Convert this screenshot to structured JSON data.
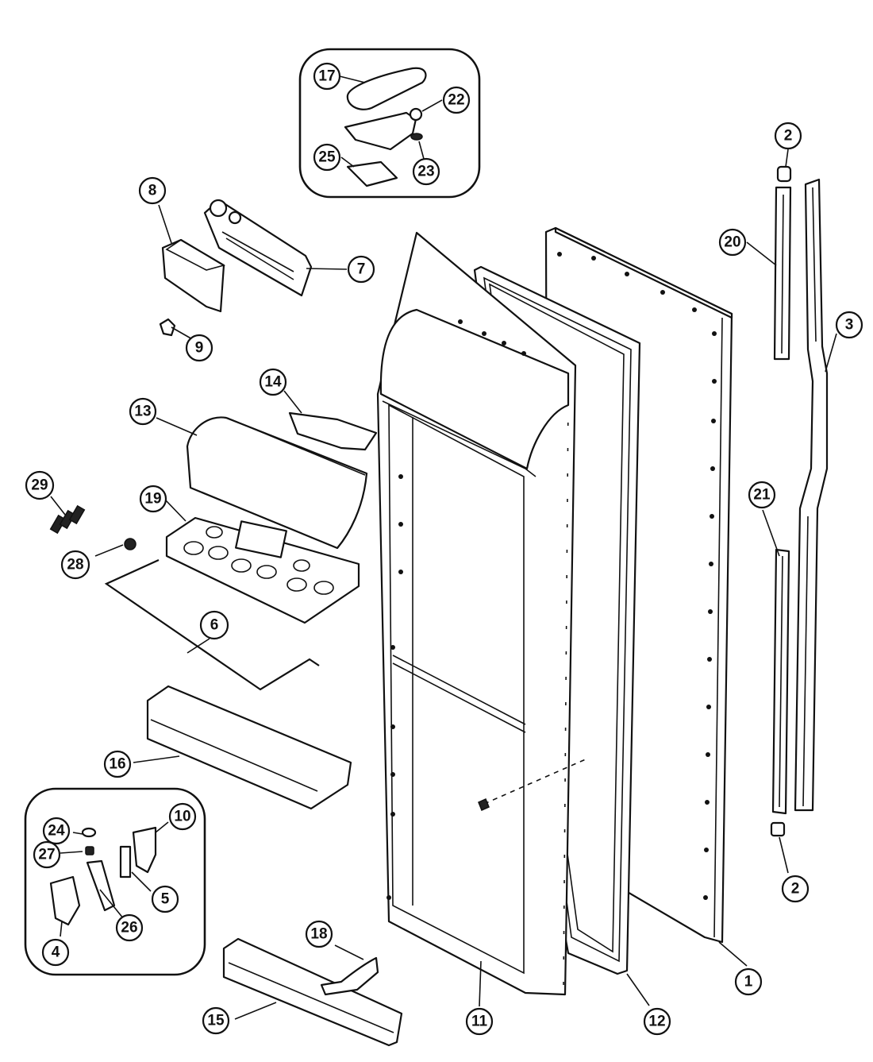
{
  "callouts": {
    "c1": "1",
    "c2a": "2",
    "c2b": "2",
    "c3": "3",
    "c4": "4",
    "c5": "5",
    "c6": "6",
    "c7": "7",
    "c8": "8",
    "c9": "9",
    "c10": "10",
    "c11": "11",
    "c12": "12",
    "c13": "13",
    "c14": "14",
    "c15": "15",
    "c16": "16",
    "c17": "17",
    "c18": "18",
    "c19": "19",
    "c20": "20",
    "c21": "21",
    "c22": "22",
    "c23": "23",
    "c24": "24",
    "c25": "25",
    "c26": "26",
    "c27": "27",
    "c28": "28",
    "c29": "29"
  },
  "colors": {
    "line": "#111111",
    "background": "#ffffff"
  }
}
